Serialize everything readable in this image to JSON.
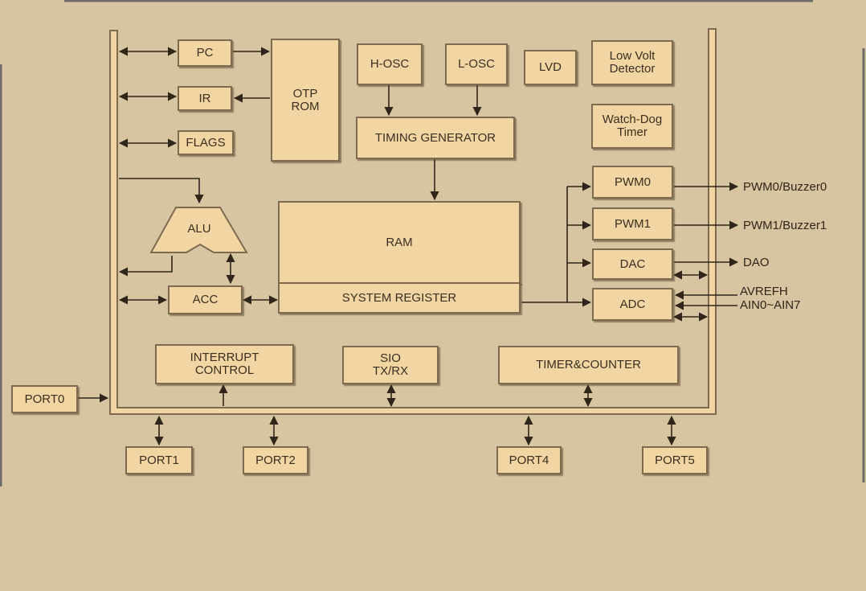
{
  "blocks": {
    "pc": "PC",
    "ir": "IR",
    "flags": "FLAGS",
    "otp_rom": "OTP\nROM",
    "h_osc": "H-OSC",
    "l_osc": "L-OSC",
    "lvd": "LVD",
    "low_volt_detector": "Low Volt\nDetector",
    "timing_generator": "TIMING GENERATOR",
    "watchdog_timer": "Watch-Dog\nTimer",
    "alu": "ALU",
    "ram": "RAM",
    "system_register": "SYSTEM REGISTER",
    "acc": "ACC",
    "pwm0": "PWM0",
    "pwm1": "PWM1",
    "dac": "DAC",
    "adc": "ADC",
    "interrupt_control": "INTERRUPT\nCONTROL",
    "sio": "SIO\nTX/RX",
    "timer_counter": "TIMER&COUNTER",
    "port0": "PORT0",
    "port1": "PORT1",
    "port2": "PORT2",
    "port4": "PORT4",
    "port5": "PORT5"
  },
  "signals": {
    "pwm0_out": "PWM0/Buzzer0",
    "pwm1_out": "PWM1/Buzzer1",
    "dao": "DAO",
    "avrefh": "AVREFH",
    "ain": "AIN0~AIN7"
  }
}
